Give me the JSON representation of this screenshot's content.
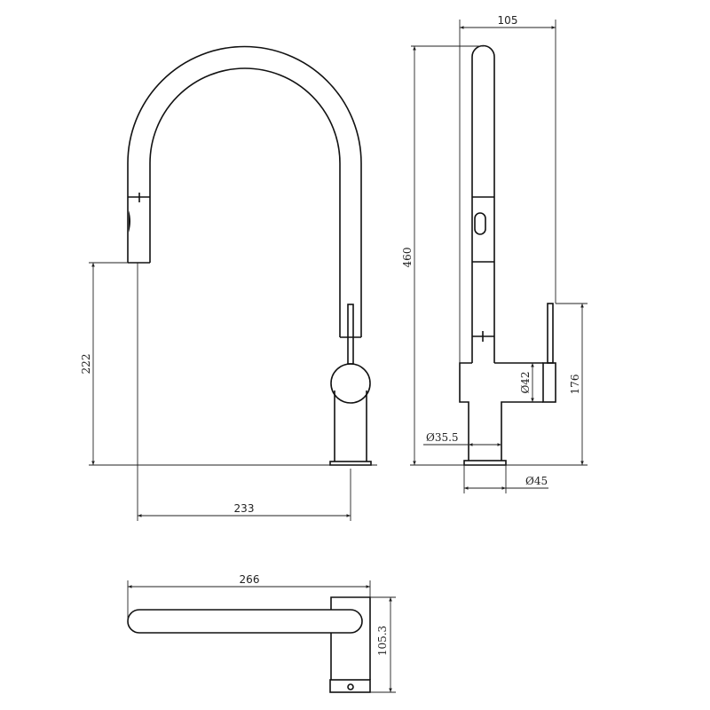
{
  "front_view": {
    "spout_height_label": "222",
    "spout_reach_label": "233"
  },
  "side_view": {
    "width_label": "105",
    "total_height_label": "460",
    "handle_height_label": "176",
    "body_diameter_label": "Ø42",
    "neck_diameter_label": "Ø35.5",
    "base_diameter_label": "Ø45"
  },
  "top_view": {
    "length_label": "266",
    "depth_label": "105.3"
  },
  "colors": {
    "line": "#111111",
    "background": "#ffffff"
  }
}
